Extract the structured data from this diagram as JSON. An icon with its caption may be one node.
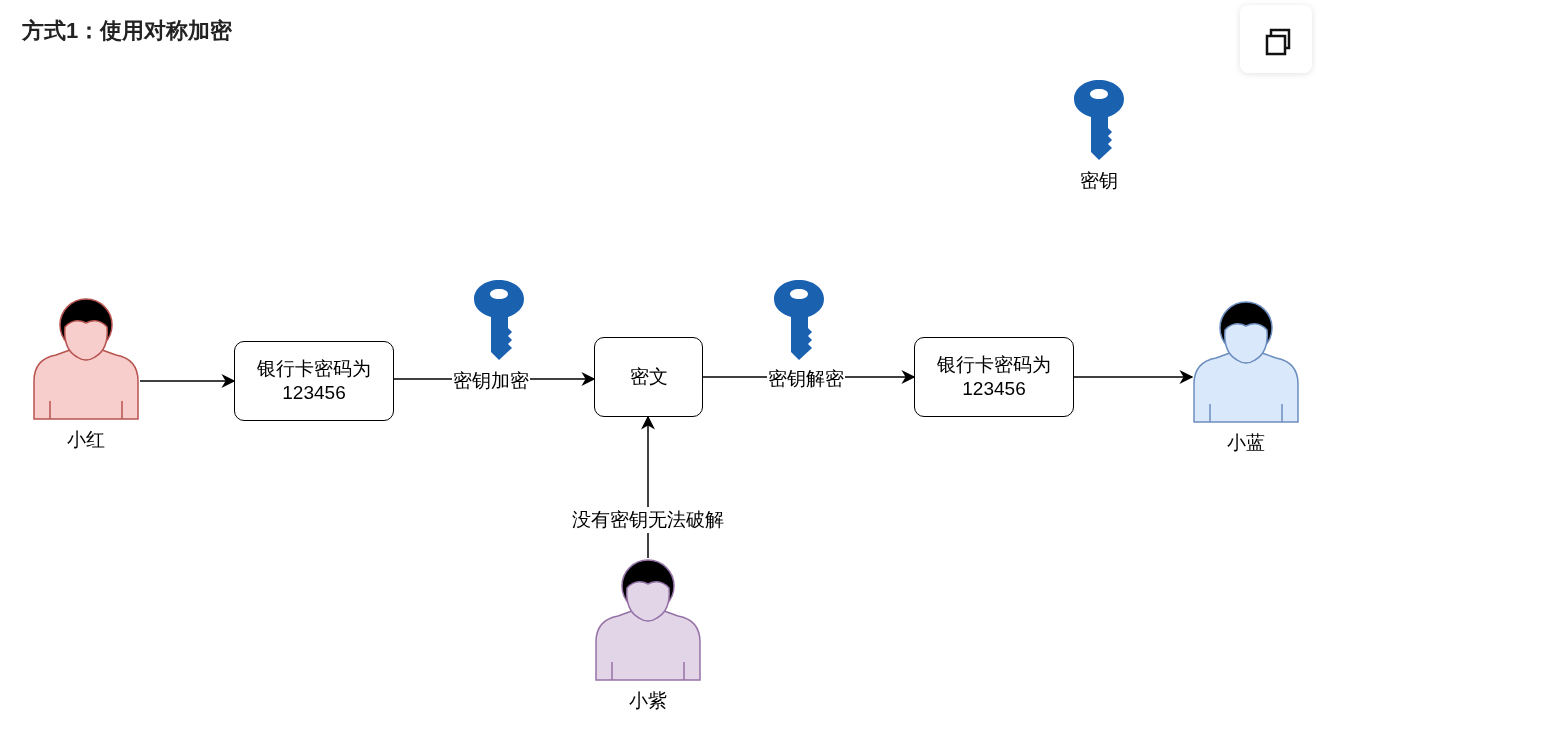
{
  "diagram": {
    "title": "方式1：使用对称加密",
    "nodes": [
      {
        "text": [
          "小红"
        ]
      },
      {
        "text": [
          "银行卡密码为123456"
        ]
      },
      {
        "text": [
          "密文"
        ]
      },
      {
        "text": [
          "银行卡密码为123456"
        ]
      },
      {
        "text": [
          "小蓝"
        ]
      },
      {
        "text": [
          "小紫"
        ]
      }
    ],
    "edges": [
      {
        "from": 0,
        "to": 1,
        "arrow": "to"
      },
      {
        "from": 1,
        "to": 2,
        "arrow": "to",
        "label": "密钥加密"
      },
      {
        "from": 2,
        "to": 3,
        "arrow": "to",
        "label": "密钥解密"
      },
      {
        "from": 3,
        "to": 4,
        "arrow": "to"
      },
      {
        "from": 5,
        "to": 2,
        "arrow": "to",
        "label": "没有密钥无法破解"
      }
    ],
    "legend": [
      {
        "text": "密钥"
      }
    ]
  }
}
